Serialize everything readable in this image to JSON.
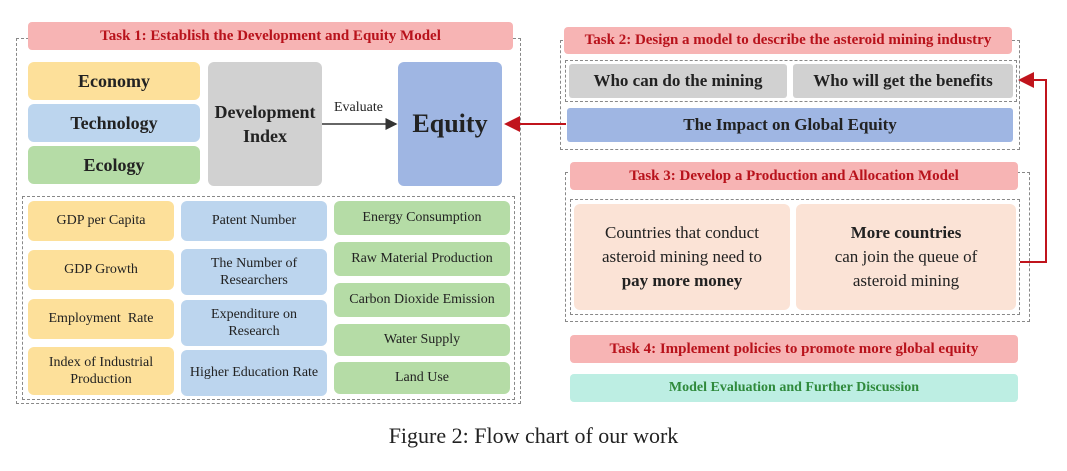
{
  "task1": {
    "title": "Task 1: Establish the Development and Equity Model",
    "pillars": [
      "Economy",
      "Technology",
      "Ecology"
    ],
    "dev_index": "Development Index",
    "evaluate": "Evaluate",
    "equity": "Equity",
    "economy_indicators": [
      "GDP per Capita",
      "GDP Growth",
      "Employment  Rate",
      "Index of Industrial Production"
    ],
    "technology_indicators": [
      "Patent Number",
      "The Number of Researchers",
      "Expenditure on Research",
      "Higher Education Rate"
    ],
    "ecology_indicators": [
      "Energy Consumption",
      "Raw Material Production",
      "Carbon Dioxide Emission",
      "Water Supply",
      "Land Use"
    ]
  },
  "task2": {
    "title": "Task 2: Design a model to describe the asteroid mining industry",
    "who_mining": "Who can do the mining",
    "who_benefits": "Who will get the benefits",
    "impact": "The Impact on Global Equity"
  },
  "task3": {
    "title": "Task 3: Develop a Production and Allocation Model",
    "left_text": "Countries that conduct asteroid mining need to",
    "left_bold": "pay more money",
    "right_bold": "More countries",
    "right_text": "can join the queue of asteroid mining"
  },
  "task4": {
    "title": "Task 4: Implement policies to promote more global equity"
  },
  "evaluation": "Model Evaluation and Further Discussion",
  "caption": "Figure 2: Flow chart of our work",
  "colors": {
    "task_bg": "#f7b4b4",
    "task_text": "#b8121b",
    "yellow": "#fde09a",
    "blue": "#bcd5ee",
    "green": "#b5dca6",
    "arrow": "#c0141c"
  }
}
